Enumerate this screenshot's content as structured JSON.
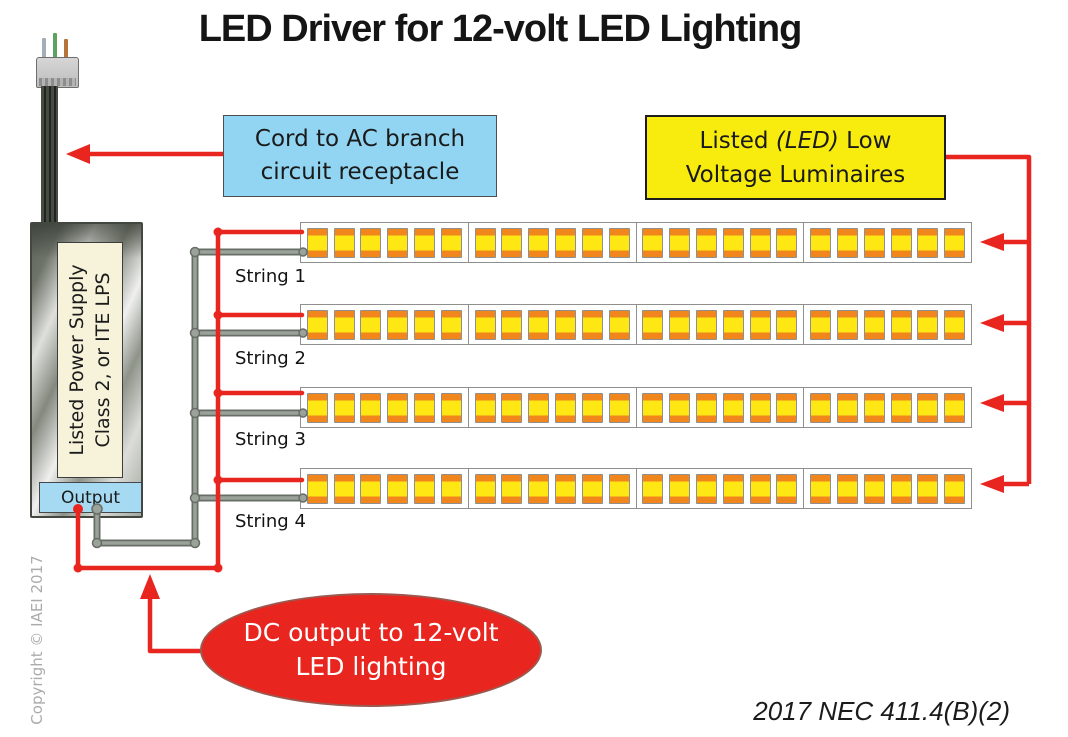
{
  "title": "LED Driver for 12-volt LED Lighting",
  "callouts": {
    "ac_cord": {
      "line1": "Cord to AC branch",
      "line2": "circuit receptacle"
    },
    "luminaires": {
      "line1_pre": "Listed ",
      "line1_em": "(LED)",
      "line1_post": " Low",
      "line2": "Voltage Luminaires"
    },
    "dc_output": {
      "line1": "DC output to 12-volt",
      "line2": "LED lighting"
    }
  },
  "power_supply": {
    "label_line1": "Listed Power Supply",
    "label_line2": "Class 2, or ITE LPS",
    "output_label": "Output"
  },
  "strings": [
    {
      "label": "String 1"
    },
    {
      "label": "String 2"
    },
    {
      "label": "String 3"
    },
    {
      "label": "String 4"
    }
  ],
  "strip": {
    "segments_per_strip": 4,
    "leds_per_segment": 6
  },
  "footer": {
    "copyright": "Copyright © IAEI 2017",
    "code_reference": "2017 NEC 411.4(B)(2)"
  },
  "colors": {
    "red": "#e8251f",
    "blue": "#92d5f2",
    "yellow": "#f8ec0e",
    "led_orange": "#f0861c",
    "led_yellow": "#ffe713",
    "wire_gray": "#9aa29a"
  }
}
